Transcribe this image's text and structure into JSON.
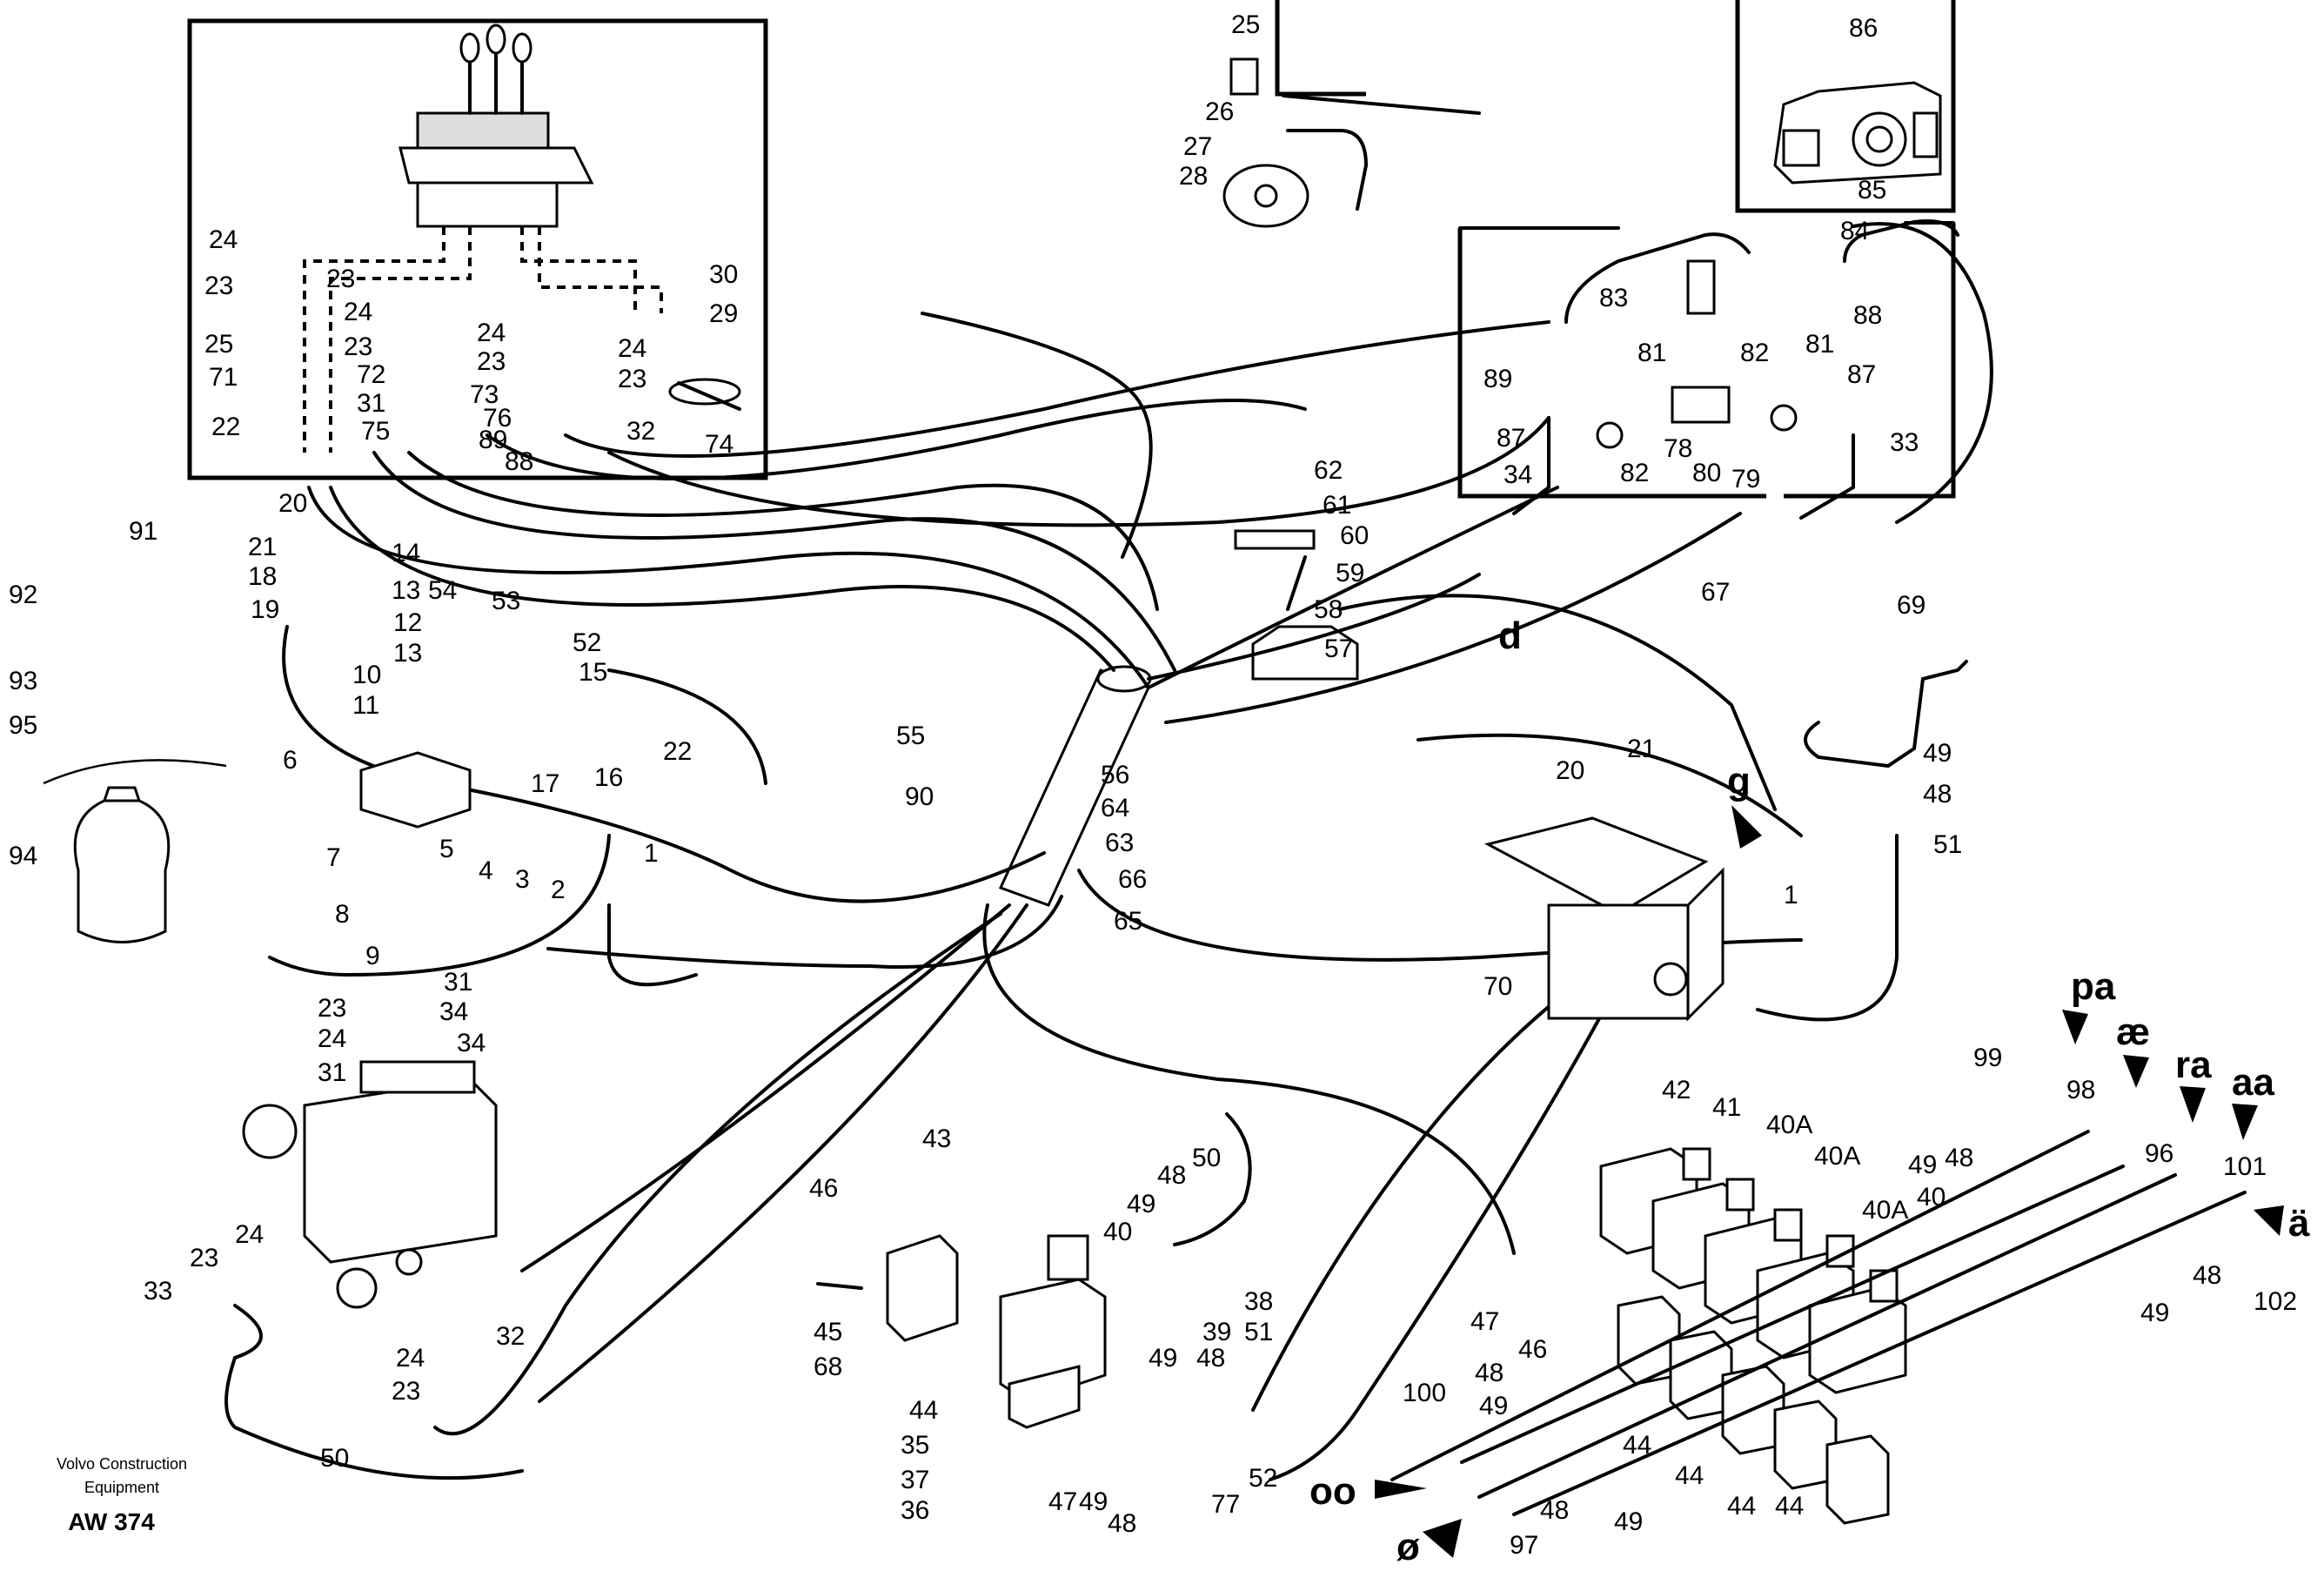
{
  "credit": {
    "line1": "Volvo Construction",
    "line2": "Equipment",
    "code": "AW 374"
  },
  "labels": [
    {
      "id": "l1",
      "text": "25"
    },
    {
      "id": "l2",
      "text": "26"
    },
    {
      "id": "l3",
      "text": "27"
    },
    {
      "id": "l4",
      "text": "28"
    },
    {
      "id": "l5",
      "text": "86"
    },
    {
      "id": "l6",
      "text": "85"
    },
    {
      "id": "l7",
      "text": "84"
    },
    {
      "id": "l8",
      "text": "24"
    },
    {
      "id": "l9",
      "text": "23"
    },
    {
      "id": "l10",
      "text": "23"
    },
    {
      "id": "l11",
      "text": "24"
    },
    {
      "id": "l12",
      "text": "25"
    },
    {
      "id": "l13",
      "text": "23"
    },
    {
      "id": "l14",
      "text": "71"
    },
    {
      "id": "l15",
      "text": "72"
    },
    {
      "id": "l16",
      "text": "22"
    },
    {
      "id": "l17",
      "text": "31"
    },
    {
      "id": "l18",
      "text": "75"
    },
    {
      "id": "l19",
      "text": "24"
    },
    {
      "id": "l20",
      "text": "23"
    },
    {
      "id": "l21",
      "text": "73"
    },
    {
      "id": "l22",
      "text": "76"
    },
    {
      "id": "l23",
      "text": "89"
    },
    {
      "id": "l24",
      "text": "88"
    },
    {
      "id": "l25",
      "text": "24"
    },
    {
      "id": "l26",
      "text": "23"
    },
    {
      "id": "l27",
      "text": "32"
    },
    {
      "id": "l28",
      "text": "30"
    },
    {
      "id": "l29",
      "text": "29"
    },
    {
      "id": "l30",
      "text": "74"
    },
    {
      "id": "l31",
      "text": "83"
    },
    {
      "id": "l32",
      "text": "88"
    },
    {
      "id": "l33",
      "text": "81"
    },
    {
      "id": "l34",
      "text": "82"
    },
    {
      "id": "l35",
      "text": "81"
    },
    {
      "id": "l36",
      "text": "87"
    },
    {
      "id": "l37",
      "text": "89"
    },
    {
      "id": "l38",
      "text": "87"
    },
    {
      "id": "l39",
      "text": "78"
    },
    {
      "id": "l40",
      "text": "82"
    },
    {
      "id": "l41",
      "text": "80"
    },
    {
      "id": "l42",
      "text": "79"
    },
    {
      "id": "l43",
      "text": "33"
    },
    {
      "id": "l44",
      "text": "34"
    },
    {
      "id": "l45",
      "text": "20"
    },
    {
      "id": "l46",
      "text": "21"
    },
    {
      "id": "l47",
      "text": "18"
    },
    {
      "id": "l48",
      "text": "19"
    },
    {
      "id": "l49",
      "text": "14"
    },
    {
      "id": "l50",
      "text": "54"
    },
    {
      "id": "l51",
      "text": "53"
    },
    {
      "id": "l52",
      "text": "13"
    },
    {
      "id": "l53",
      "text": "12"
    },
    {
      "id": "l54",
      "text": "13"
    },
    {
      "id": "l55",
      "text": "10"
    },
    {
      "id": "l56",
      "text": "11"
    },
    {
      "id": "l57",
      "text": "52"
    },
    {
      "id": "l58",
      "text": "15"
    },
    {
      "id": "l59",
      "text": "16"
    },
    {
      "id": "l60",
      "text": "17"
    },
    {
      "id": "l61",
      "text": "22"
    },
    {
      "id": "l62",
      "text": "91"
    },
    {
      "id": "l63",
      "text": "92"
    },
    {
      "id": "l64",
      "text": "93"
    },
    {
      "id": "l65",
      "text": "95"
    },
    {
      "id": "l66",
      "text": "94"
    },
    {
      "id": "l67",
      "text": "6"
    },
    {
      "id": "l68",
      "text": "5"
    },
    {
      "id": "l69",
      "text": "7"
    },
    {
      "id": "l70",
      "text": "8"
    },
    {
      "id": "l71",
      "text": "9"
    },
    {
      "id": "l72",
      "text": "4"
    },
    {
      "id": "l73",
      "text": "3"
    },
    {
      "id": "l74",
      "text": "2"
    },
    {
      "id": "l75",
      "text": "1"
    },
    {
      "id": "l76",
      "text": "62"
    },
    {
      "id": "l77",
      "text": "61"
    },
    {
      "id": "l78",
      "text": "60"
    },
    {
      "id": "l79",
      "text": "59"
    },
    {
      "id": "l80",
      "text": "58"
    },
    {
      "id": "l81",
      "text": "57"
    },
    {
      "id": "l82",
      "text": "55"
    },
    {
      "id": "l83",
      "text": "90"
    },
    {
      "id": "l84",
      "text": "56"
    },
    {
      "id": "l85",
      "text": "64"
    },
    {
      "id": "l86",
      "text": "63"
    },
    {
      "id": "l87",
      "text": "66"
    },
    {
      "id": "l88",
      "text": "65"
    },
    {
      "id": "l89",
      "text": "67"
    },
    {
      "id": "l90",
      "text": "20"
    },
    {
      "id": "l91",
      "text": "21"
    },
    {
      "id": "l92",
      "text": "69"
    },
    {
      "id": "l93",
      "text": "49"
    },
    {
      "id": "l94",
      "text": "48"
    },
    {
      "id": "l95",
      "text": "51"
    },
    {
      "id": "l96",
      "text": "1"
    },
    {
      "id": "l97",
      "text": "70"
    },
    {
      "id": "l98",
      "text": "31"
    },
    {
      "id": "l99",
      "text": "34"
    },
    {
      "id": "l100",
      "text": "23"
    },
    {
      "id": "l101",
      "text": "24"
    },
    {
      "id": "l102",
      "text": "34"
    },
    {
      "id": "l103",
      "text": "31"
    },
    {
      "id": "l104",
      "text": "24"
    },
    {
      "id": "l105",
      "text": "23"
    },
    {
      "id": "l106",
      "text": "33"
    },
    {
      "id": "l107",
      "text": "24"
    },
    {
      "id": "l108",
      "text": "23"
    },
    {
      "id": "l109",
      "text": "32"
    },
    {
      "id": "l110",
      "text": "50"
    },
    {
      "id": "l111",
      "text": "43"
    },
    {
      "id": "l112",
      "text": "46"
    },
    {
      "id": "l113",
      "text": "45"
    },
    {
      "id": "l114",
      "text": "68"
    },
    {
      "id": "l115",
      "text": "48"
    },
    {
      "id": "l116",
      "text": "50"
    },
    {
      "id": "l117",
      "text": "49"
    },
    {
      "id": "l118",
      "text": "40"
    },
    {
      "id": "l119",
      "text": "38"
    },
    {
      "id": "l120",
      "text": "39"
    },
    {
      "id": "l121",
      "text": "51"
    },
    {
      "id": "l122",
      "text": "49"
    },
    {
      "id": "l123",
      "text": "48"
    },
    {
      "id": "l124",
      "text": "44"
    },
    {
      "id": "l125",
      "text": "35"
    },
    {
      "id": "l126",
      "text": "37"
    },
    {
      "id": "l127",
      "text": "36"
    },
    {
      "id": "l128",
      "text": "47"
    },
    {
      "id": "l129",
      "text": "49"
    },
    {
      "id": "l130",
      "text": "48"
    },
    {
      "id": "l131",
      "text": "77"
    },
    {
      "id": "l132",
      "text": "52"
    },
    {
      "id": "l133",
      "text": "42"
    },
    {
      "id": "l134",
      "text": "41"
    },
    {
      "id": "l135",
      "text": "40A"
    },
    {
      "id": "l136",
      "text": "40A"
    },
    {
      "id": "l137",
      "text": "49"
    },
    {
      "id": "l138",
      "text": "48"
    },
    {
      "id": "l139",
      "text": "40"
    },
    {
      "id": "l140",
      "text": "40A"
    },
    {
      "id": "l141",
      "text": "99"
    },
    {
      "id": "l142",
      "text": "98"
    },
    {
      "id": "l143",
      "text": "96"
    },
    {
      "id": "l144",
      "text": "101"
    },
    {
      "id": "l145",
      "text": "48"
    },
    {
      "id": "l146",
      "text": "49"
    },
    {
      "id": "l147",
      "text": "102"
    },
    {
      "id": "l148",
      "text": "47"
    },
    {
      "id": "l149",
      "text": "46"
    },
    {
      "id": "l150",
      "text": "48"
    },
    {
      "id": "l151",
      "text": "49"
    },
    {
      "id": "l152",
      "text": "100"
    },
    {
      "id": "l153",
      "text": "44"
    },
    {
      "id": "l154",
      "text": "44"
    },
    {
      "id": "l155",
      "text": "44"
    },
    {
      "id": "l156",
      "text": "44"
    },
    {
      "id": "l157",
      "text": "48"
    },
    {
      "id": "l158",
      "text": "49"
    },
    {
      "id": "l159",
      "text": "97"
    }
  ],
  "letters": [
    {
      "id": "t1",
      "text": "d"
    },
    {
      "id": "t2",
      "text": "g"
    },
    {
      "id": "t3",
      "text": "pa"
    },
    {
      "id": "t4",
      "text": "æ"
    },
    {
      "id": "t5",
      "text": "ra"
    },
    {
      "id": "t6",
      "text": "aa"
    },
    {
      "id": "t7",
      "text": "ä"
    },
    {
      "id": "t8",
      "text": "oo"
    },
    {
      "id": "t9",
      "text": "ø"
    }
  ]
}
